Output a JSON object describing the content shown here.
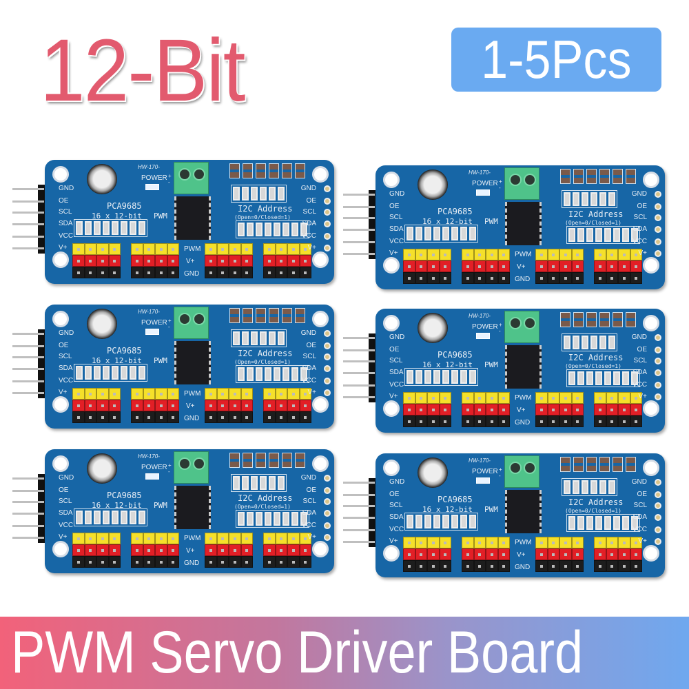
{
  "header": {
    "title": "12-Bit",
    "quantity_badge": "1-5Pcs"
  },
  "banner": {
    "text": "PWM Servo Driver Board"
  },
  "colors": {
    "title": "#e25a6e",
    "badge": "#6aaaf1",
    "banner_start": "#f2627a",
    "banner_end": "#6fa8ef",
    "pcb": "#1766a6"
  },
  "board": {
    "model": "HW-170-",
    "power_label": "POWER",
    "power_polarity": "+ -",
    "chip_label": "PCA9685",
    "spec": "16 x 12-bit",
    "pwm": "PWM",
    "i2c_title": "I2C Address",
    "i2c_note": "(Open=0/Closed=1)",
    "pin_labels": [
      "GND",
      "OE",
      "SCL",
      "SDA",
      "VCC",
      "V+"
    ],
    "row_labels": [
      "PWM",
      "V+",
      "GND"
    ]
  },
  "board_count": 6
}
